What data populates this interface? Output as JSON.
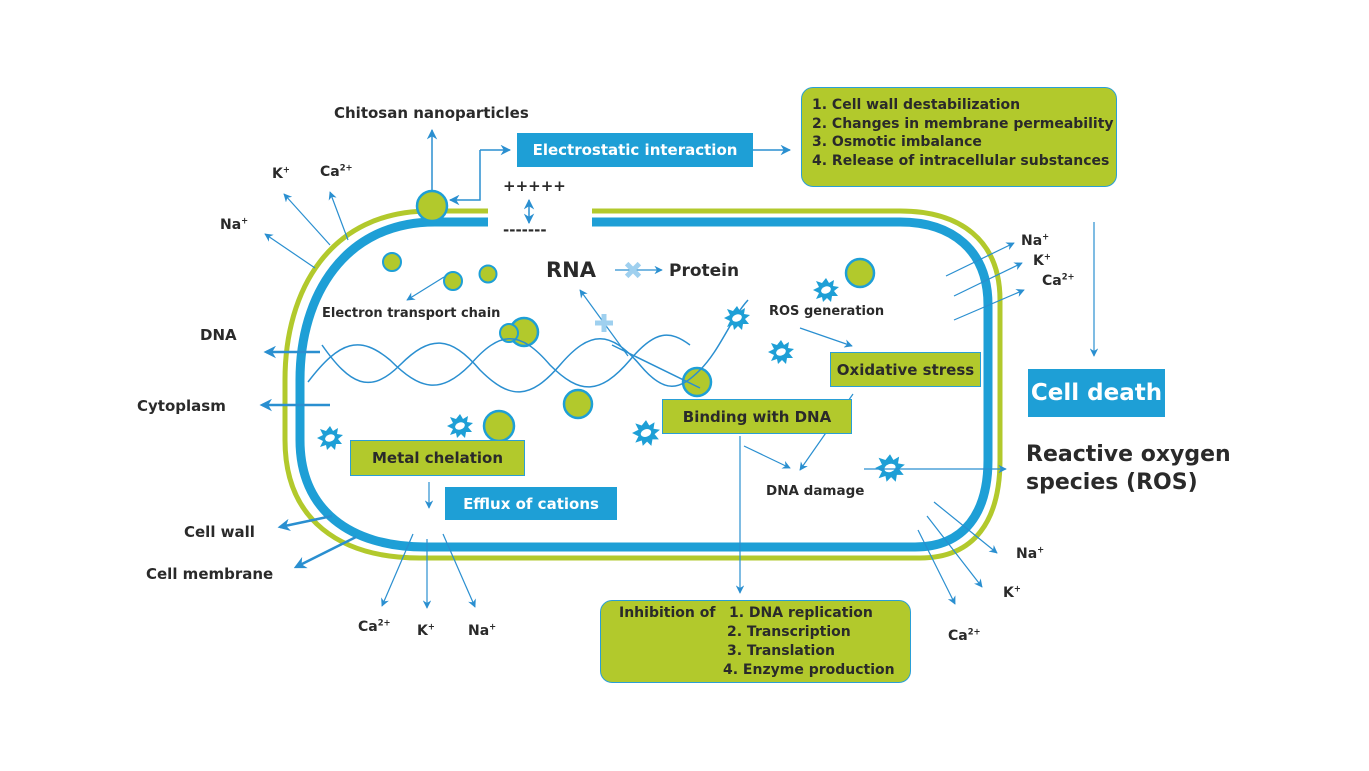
{
  "colors": {
    "cell_wall": "#b2c92c",
    "cell_membrane": "#1e9fd6",
    "arrow": "#2a8fd0",
    "box_green": "#b2c92c",
    "box_blue": "#1e9fd6",
    "text": "#2a2a2a"
  },
  "labels": {
    "chitosan": "Chitosan nanoparticles",
    "plus_charges": "+++++",
    "minus_charges": "-------",
    "rna": "RNA",
    "protein": "Protein",
    "etc": "Electron transport chain",
    "ros_generation": "ROS generation",
    "dna_damage": "DNA damage",
    "ros_full_line1": "Reactive oxygen",
    "ros_full_line2": "species (ROS)",
    "dna": "DNA",
    "cytoplasm": "Cytoplasm",
    "cell_wall": "Cell wall",
    "cell_membrane": "Cell membrane"
  },
  "ions": {
    "top_left": {
      "k": "K",
      "k_charge": "+",
      "ca": "Ca",
      "ca_charge": "2+",
      "na": "Na",
      "na_charge": "+"
    },
    "top_right": {
      "na": "Na",
      "na_charge": "+",
      "k": "K",
      "k_charge": "+",
      "ca": "Ca",
      "ca_charge": "2+"
    },
    "bottom": {
      "ca": "Ca",
      "ca_charge": "2+",
      "k": "K",
      "k_charge": "+",
      "na": "Na",
      "na_charge": "+"
    },
    "bottom_right": {
      "na": "Na",
      "na_charge": "+",
      "k": "K",
      "k_charge": "+",
      "ca": "Ca",
      "ca_charge": "2+"
    }
  },
  "boxes": {
    "electrostatic": "Electrostatic interaction",
    "metal_chelation": "Metal chelation",
    "efflux": "Efflux of cations",
    "binding_dna": "Binding with DNA",
    "oxidative_stress": "Oxidative stress",
    "cell_death": "Cell death"
  },
  "effects": [
    "1. Cell wall destabilization",
    "2. Changes in membrane permeability",
    "3. Osmotic imbalance",
    "4. Release of intracellular substances"
  ],
  "inhibition": {
    "prefix": "Inhibition of",
    "items": [
      "1. DNA replication",
      "2. Transcription",
      "3. Translation",
      "4. Enzyme production"
    ]
  }
}
